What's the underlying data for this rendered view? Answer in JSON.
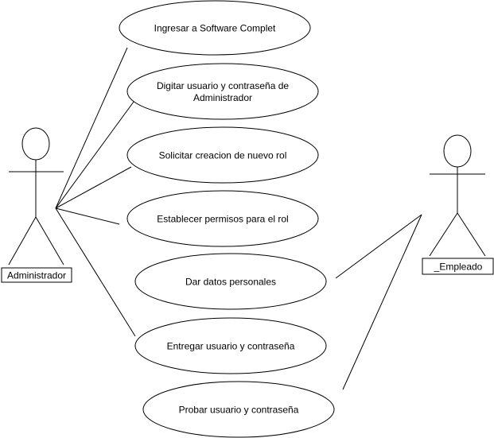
{
  "colors": {
    "stroke": "#000000",
    "background": "#ffffff",
    "text": "#000000"
  },
  "actors": {
    "admin": {
      "label": "Administrador"
    },
    "employee": {
      "label": "_Empleado"
    }
  },
  "use_cases": [
    {
      "lines": [
        "Ingresar a Software Complet"
      ]
    },
    {
      "lines": [
        "Digitar usuario y contraseña de",
        "Administrador"
      ]
    },
    {
      "lines": [
        "Solicitar creacion de nuevo rol"
      ]
    },
    {
      "lines": [
        "Establecer permisos para el rol"
      ]
    },
    {
      "lines": [
        "Dar datos personales"
      ]
    },
    {
      "lines": [
        "Entregar usuario y contraseña"
      ]
    },
    {
      "lines": [
        "Probar usuario y contraseña"
      ]
    }
  ]
}
